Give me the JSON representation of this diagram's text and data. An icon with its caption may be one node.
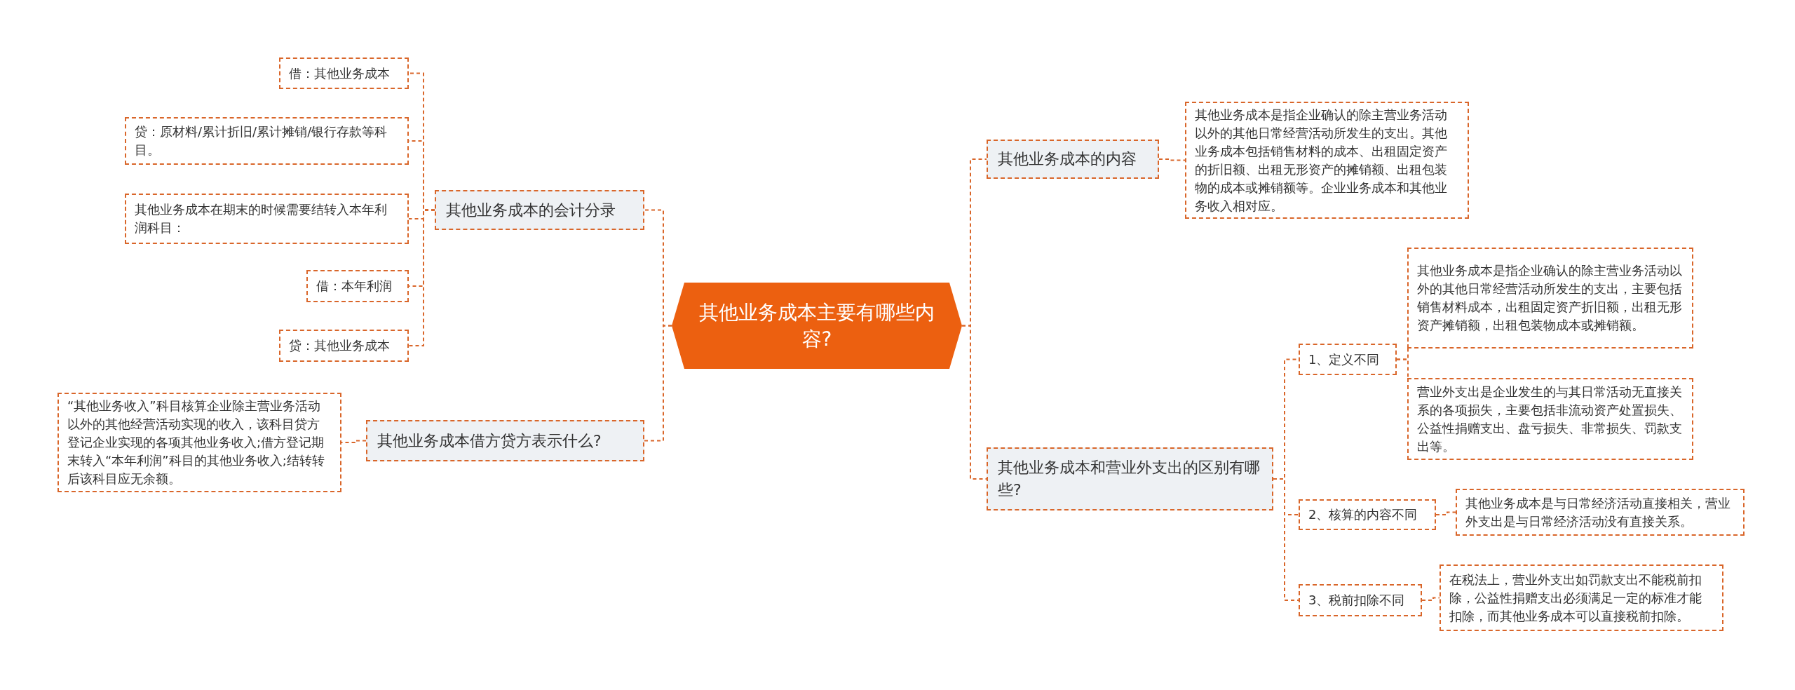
{
  "diagram": {
    "nodes": [
      {
        "text": [
          "其他业务成本主要有哪些内容?"
        ]
      },
      {
        "text": [
          "其他业务成本的会计分录"
        ]
      },
      {
        "text": [
          "借：其他业务成本"
        ]
      },
      {
        "text": [
          "贷：原材料/累计折旧/累计摊销/银行存款等科目。"
        ]
      },
      {
        "text": [
          "其他业务成本在期末的时候需要结转入本年利润科目："
        ]
      },
      {
        "text": [
          "借：本年利润"
        ]
      },
      {
        "text": [
          "贷：其他业务成本"
        ]
      },
      {
        "text": [
          "其他业务成本借方贷方表示什么?"
        ]
      },
      {
        "text": [
          "“其他业务收入”科目核算企业除主营业务活动以外的其他经营活动实现的收入，该科目贷方登记企业实现的各项其他业务收入;借方登记期末转入“本年利润”科目的其他业务收入;结转转后该科目应无余额。"
        ]
      },
      {
        "text": [
          "其他业务成本的内容"
        ]
      },
      {
        "text": [
          "其他业务成本是指企业确认的除主营业务活动以外的其他日常经营活动所发生的支出。其他业务成本包括销售材料的成本、出租固定资产的折旧额、出租无形资产的摊销额、出租包装物的成本或摊销额等。企业业务成本和其他业务收入相对应。"
        ]
      },
      {
        "text": [
          "其他业务成本和营业外支出的区别有哪些?"
        ]
      },
      {
        "text": [
          "1、定义不同"
        ]
      },
      {
        "text": [
          "其他业务成本是指企业确认的除主营业务活动以外的其他日常经营活动所发生的支出，主要包括销售材料成本，出租固定资产折旧额，出租无形资产摊销额，出租包装物成本或摊销额。"
        ]
      },
      {
        "text": [
          "营业外支出是企业发生的与其日常活动无直接关系的各项损失，主要包括非流动资产处置损失、公益性捐赠支出、盘亏损失、非常损失、罚款支出等。"
        ]
      },
      {
        "text": [
          "2、核算的内容不同"
        ]
      },
      {
        "text": [
          "其他业务成本是与日常经济活动直接相关，营业外支出是与日常经济活动没有直接关系。"
        ]
      },
      {
        "text": [
          "3、税前扣除不同"
        ]
      },
      {
        "text": [
          "在税法上，营业外支出如罚款支出不能税前扣除，公益性捐赠支出必须满足一定的标准才能扣除，而其他业务成本可以直接税前扣除。"
        ]
      }
    ],
    "edges": [
      {
        "from": 0,
        "to": 1,
        "arrow": "none"
      },
      {
        "from": 1,
        "to": 2,
        "arrow": "none"
      },
      {
        "from": 1,
        "to": 3,
        "arrow": "none"
      },
      {
        "from": 1,
        "to": 4,
        "arrow": "none"
      },
      {
        "from": 1,
        "to": 5,
        "arrow": "none"
      },
      {
        "from": 1,
        "to": 6,
        "arrow": "none"
      },
      {
        "from": 0,
        "to": 7,
        "arrow": "none"
      },
      {
        "from": 7,
        "to": 8,
        "arrow": "none"
      },
      {
        "from": 0,
        "to": 9,
        "arrow": "none"
      },
      {
        "from": 9,
        "to": 10,
        "arrow": "none"
      },
      {
        "from": 0,
        "to": 11,
        "arrow": "none"
      },
      {
        "from": 11,
        "to": 12,
        "arrow": "none"
      },
      {
        "from": 12,
        "to": 13,
        "arrow": "none"
      },
      {
        "from": 12,
        "to": 14,
        "arrow": "none"
      },
      {
        "from": 11,
        "to": 15,
        "arrow": "none"
      },
      {
        "from": 15,
        "to": 16,
        "arrow": "none"
      },
      {
        "from": 11,
        "to": 17,
        "arrow": "none"
      },
      {
        "from": 17,
        "to": 18,
        "arrow": "none"
      }
    ]
  }
}
